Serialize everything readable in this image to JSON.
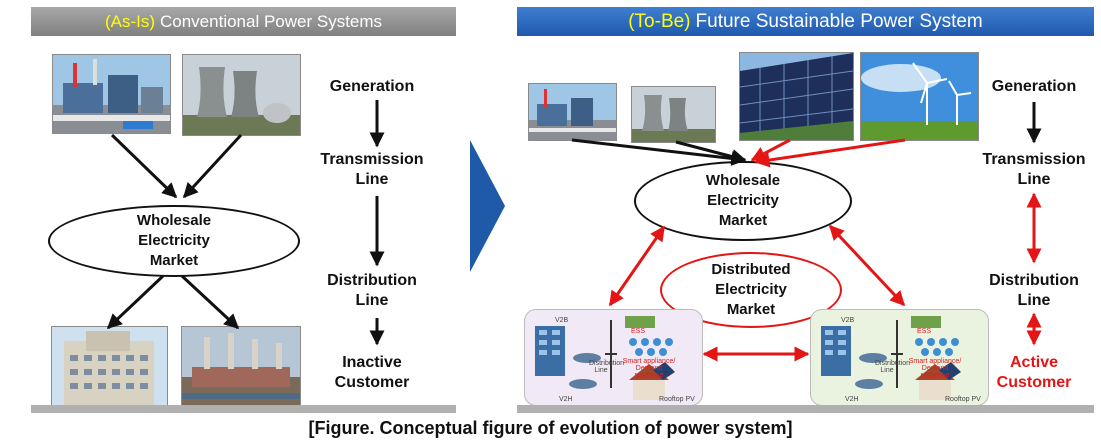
{
  "left_panel": {
    "title_prefix": "(As-Is)",
    "title_text": "Conventional Power Systems",
    "stages": {
      "generation": "Generation",
      "transmission": "Transmission Line",
      "distribution": "Distribution Line",
      "customer": "Inactive Customer"
    },
    "market": "Wholesale Electricity Market"
  },
  "right_panel": {
    "title_prefix": "(To-Be)",
    "title_text": "Future Sustainable Power System",
    "stages": {
      "generation": "Generation",
      "transmission": "Transmission Line",
      "distribution": "Distribution Line",
      "customer": "Active Customer"
    },
    "wholesale_market": "Wholesale Electricity Market",
    "distributed_market": "Distributed Electricity Market",
    "cluster_labels": {
      "v2b": "V2B",
      "ess": "ESS",
      "distribution_line": "Distribution Line",
      "smart": "Smart appliance/ Demand response",
      "v2h": "V2H",
      "rooftop": "Rooftop PV"
    }
  },
  "caption": "[Figure. Conceptual figure of evolution of power system]",
  "colors": {
    "accent_yellow": "#ffff00",
    "red": "#e31515",
    "header_gray": "#8e8e8e",
    "header_blue": "#2563b8",
    "arrow_blue": "#1f5aa8"
  }
}
